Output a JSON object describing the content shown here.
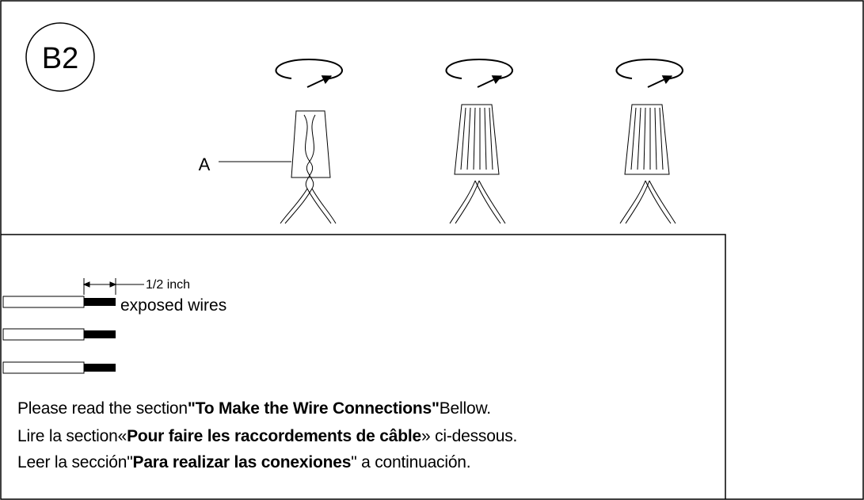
{
  "step_badge": "B2",
  "callout_label": "A",
  "strip_dimension": "1/2 inch",
  "strip_caption": "exposed wires",
  "instructions": [
    {
      "pre": "Please read the section",
      "bold": "\"To Make the Wire Connections\"",
      "post": "Bellow."
    },
    {
      "pre": "Lire la section«",
      "bold": "Pour faire les raccordements de câble",
      "post": "» ci-dessous."
    },
    {
      "pre": "Leer la sección\"",
      "bold": "Para realizar las conexiones",
      "post": "\" a continuación."
    }
  ]
}
